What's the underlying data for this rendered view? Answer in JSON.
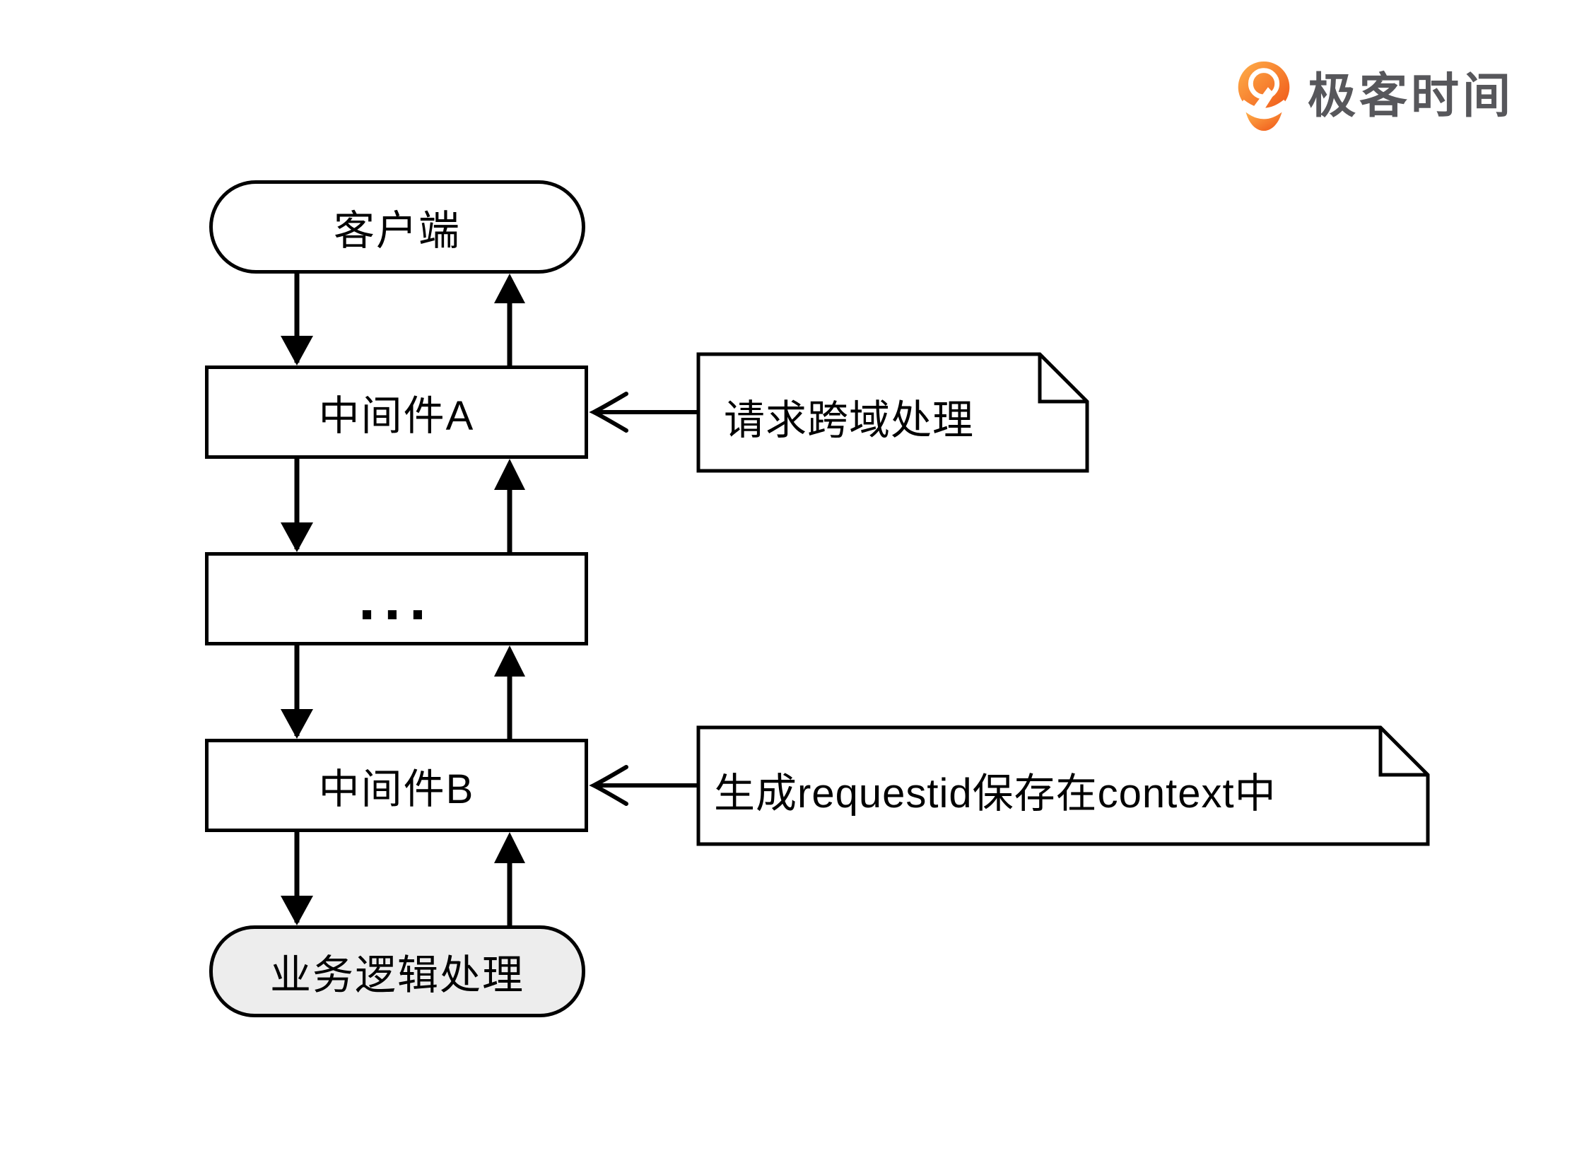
{
  "logo": {
    "brand_text": "极客时间",
    "icon": "geektime-pin-icon",
    "text_color": "#57575b",
    "orange_gradient_start": "#ffb04a",
    "orange_gradient_end": "#ef5417"
  },
  "diagram": {
    "line_color": "#000000",
    "node_fill": "#ffffff",
    "terminal_fill": "#ededed",
    "nodes": [
      {
        "id": "client",
        "label": "客户端",
        "shape": "stadium"
      },
      {
        "id": "middleware-a",
        "label": "中间件A",
        "shape": "rect"
      },
      {
        "id": "more-middlewares",
        "label": "...",
        "shape": "rect"
      },
      {
        "id": "middleware-b",
        "label": "中间件B",
        "shape": "rect"
      },
      {
        "id": "business-logic",
        "label": "业务逻辑处理",
        "shape": "stadium"
      }
    ],
    "notes": [
      {
        "id": "note-cors",
        "text": "请求跨域处理",
        "target": "middleware-a"
      },
      {
        "id": "note-requestid",
        "text": "生成requestid保存在context中",
        "target": "middleware-b"
      }
    ]
  }
}
